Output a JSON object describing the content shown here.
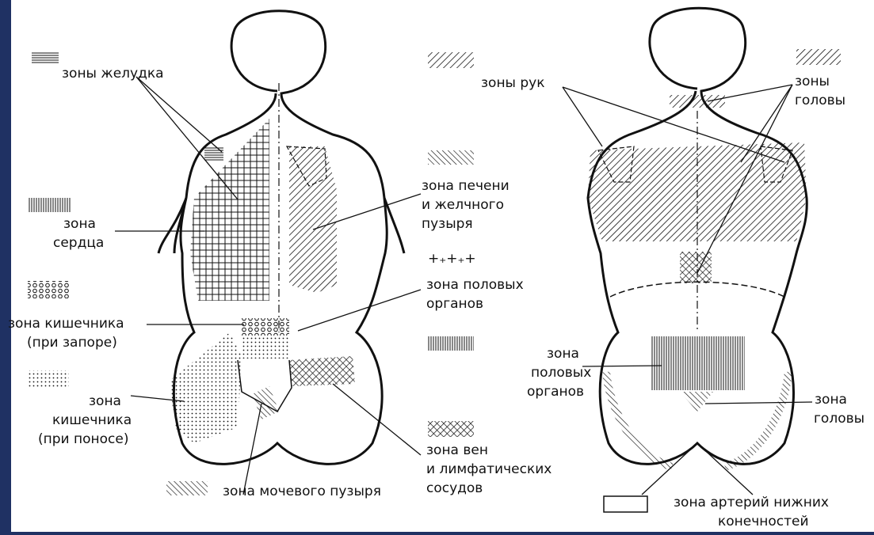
{
  "colors": {
    "frame": "#1f3163",
    "paper": "#ffffff",
    "ink": "#111111"
  },
  "left_figure": {
    "labels": {
      "stomach": "зоны желудка",
      "heart_1": "зона",
      "heart_2": "сердца",
      "liver_1": "зона печени",
      "liver_2": "и желчного",
      "liver_3": "пузыря",
      "genital_1": "зона половых",
      "genital_2": "органов",
      "bowel_constipation_1": "зона кишечника",
      "bowel_constipation_2": "(при запоре)",
      "bowel_diarrhea_1": "зона",
      "bowel_diarrhea_2": "кишечника",
      "bowel_diarrhea_3": "(при поносе)",
      "veins_1": "зона вен",
      "veins_2": "и лимфатических",
      "veins_3": "сосудов",
      "bladder": "зона мочевого пузыря"
    }
  },
  "right_figure": {
    "labels": {
      "arms": "зоны рук",
      "head_1": "зоны",
      "head_2": "головы",
      "genital_1": "зона",
      "genital_2": "половых",
      "genital_3": "органов",
      "head_lower_1": "зона",
      "head_lower_2": "головы",
      "arteries_1": "зона артерий нижних",
      "arteries_2": "конечностей"
    }
  }
}
